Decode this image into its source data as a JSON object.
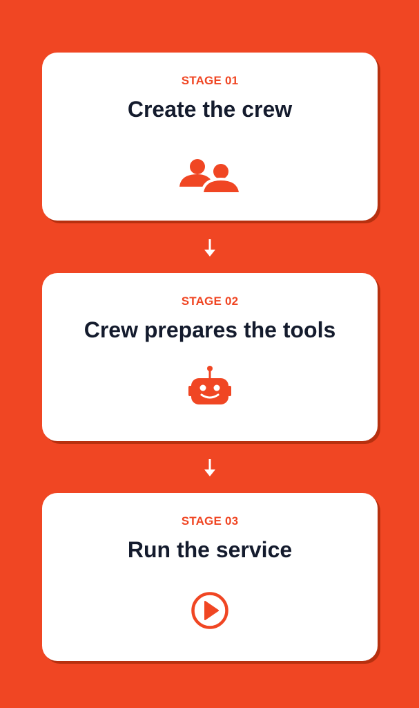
{
  "colors": {
    "background": "#F04623",
    "card": "#FFFFFF",
    "accent": "#F04623",
    "title_text": "#141B2D",
    "arrow": "#FFFFFF"
  },
  "stages": [
    {
      "label": "STAGE 01",
      "title": "Create the crew",
      "icon": "users-icon"
    },
    {
      "label": "STAGE 02",
      "title": "Crew prepares the tools",
      "icon": "robot-icon"
    },
    {
      "label": "STAGE 03",
      "title": "Run the service",
      "icon": "play-circle-icon"
    }
  ],
  "connectors": [
    "arrow-down-icon",
    "arrow-down-icon"
  ]
}
